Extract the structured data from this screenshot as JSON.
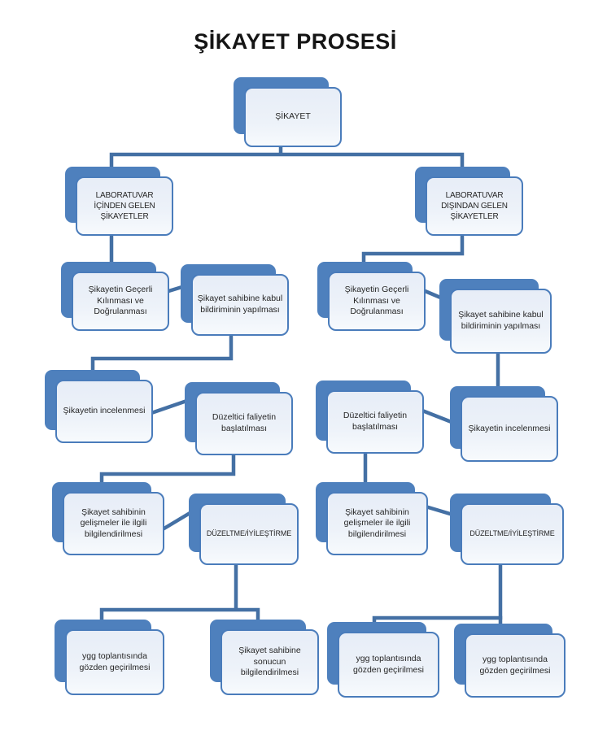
{
  "title": "ŞİKAYET PROSESİ",
  "colors": {
    "accent_blue": "#4e80bd",
    "connector_blue": "#4470a4",
    "box_border_blue": "#4a7cbb",
    "box_fill_light": "#e8edf6"
  },
  "nodes": [
    {
      "id": "sikayet",
      "label": "ŞİKAYET"
    },
    {
      "id": "lab-icinden",
      "label": "LABORATUVAR İÇİNDEN GELEN ŞİKAYETLER"
    },
    {
      "id": "lab-disindan",
      "label": "LABORATUVAR DIŞINDAN GELEN ŞİKAYETLER"
    },
    {
      "id": "l-gecerli",
      "label": "Şikayetin Geçerli Kılınması ve Doğrulanması"
    },
    {
      "id": "l-kabul",
      "label": "Şikayet sahibine kabul bildiriminin yapılması"
    },
    {
      "id": "l-inceleme",
      "label": "Şikayetin incelenmesi"
    },
    {
      "id": "l-duzeltici",
      "label": "Düzeltici faliyetin başlatılması"
    },
    {
      "id": "l-bilgilendirme",
      "label": "Şikayet sahibinin gelişmeler ile ilgili bilgilendirilmesi"
    },
    {
      "id": "l-duzeltme",
      "label": "DÜZELTME/İYİLEŞTİRME"
    },
    {
      "id": "l-ygg",
      "label": "ygg toplantısında gözden geçirilmesi"
    },
    {
      "id": "l-sonuc",
      "label": "Şikayet sahibine sonucun bilgilendirilmesi"
    },
    {
      "id": "r-gecerli",
      "label": "Şikayetin Geçerli Kılınması ve Doğrulanması"
    },
    {
      "id": "r-kabul",
      "label": "Şikayet sahibine kabul bildiriminin yapılması"
    },
    {
      "id": "r-duzeltici",
      "label": "Düzeltici faliyetin başlatılması"
    },
    {
      "id": "r-inceleme",
      "label": "Şikayetin incelenmesi"
    },
    {
      "id": "r-bilgilendirme",
      "label": "Şikayet sahibinin gelişmeler ile ilgili bilgilendirilmesi"
    },
    {
      "id": "r-duzeltme",
      "label": "DÜZELTME/İYİLEŞTİRME"
    },
    {
      "id": "r-ygg-1",
      "label": "ygg toplantısında gözden geçirilmesi"
    },
    {
      "id": "r-ygg-2",
      "label": "ygg toplantısında gözden geçirilmesi"
    }
  ]
}
